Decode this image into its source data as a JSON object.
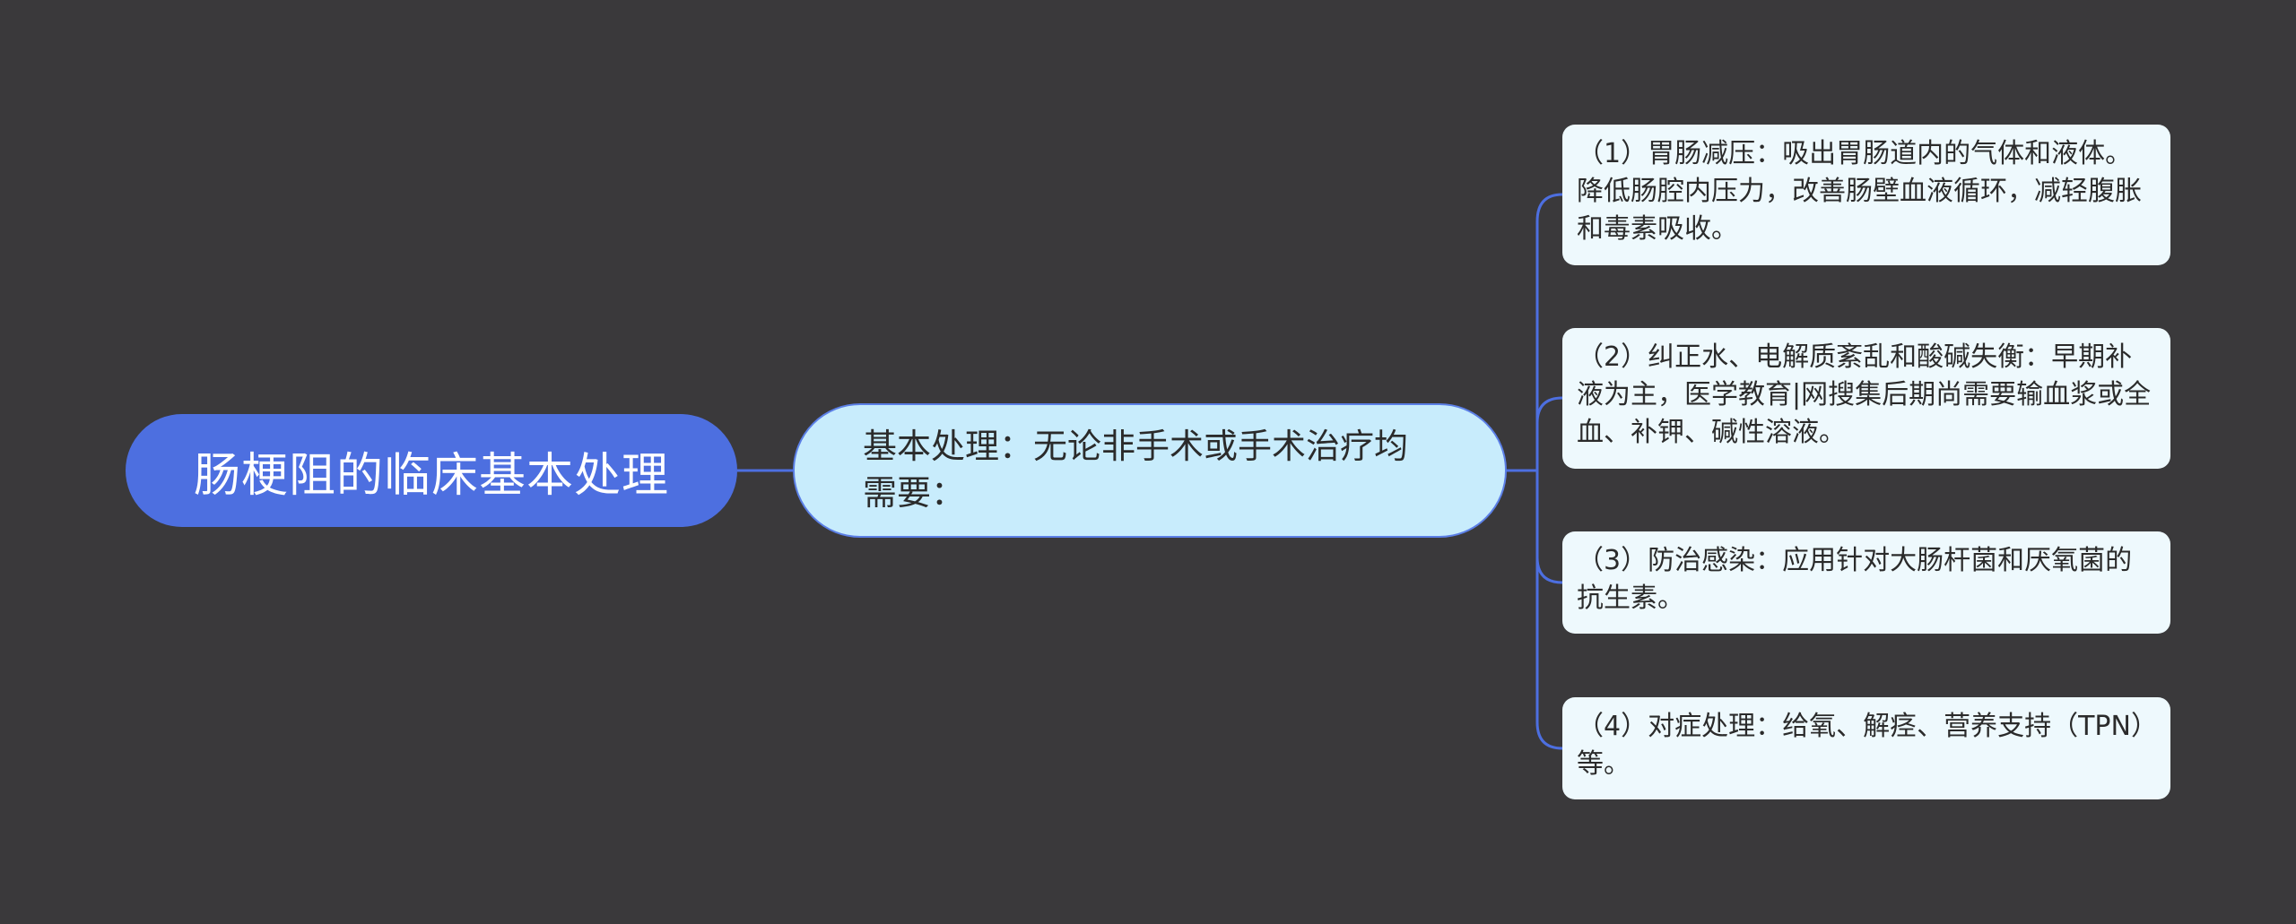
{
  "mindmap": {
    "root": {
      "label": "肠梗阻的临床基本处理"
    },
    "main": {
      "label": "基本处理：无论非手术或手术治疗均需要："
    },
    "leaves": [
      {
        "label": "（1）胃肠减压：吸出胃肠道内的气体和液体。降低肠腔内压力，改善肠壁血液循环，减轻腹胀和毒素吸收。"
      },
      {
        "label": "（2）纠正水、电解质紊乱和酸碱失衡：早期补液为主，医学教育|网搜集后期尚需要输血浆或全血、补钾、碱性溶液。"
      },
      {
        "label": "（3）防治感染：应用针对大肠杆菌和厌氧菌的抗生素。"
      },
      {
        "label": "（4）对症处理：给氧、解痉、营养支持（TPN）等。"
      }
    ]
  },
  "colors": {
    "background": "#3a393b",
    "root_fill": "#4d6fe0",
    "main_fill": "#c8ecfc",
    "leaf_fill": "#eef9fd",
    "connector": "#4d6fe0"
  }
}
